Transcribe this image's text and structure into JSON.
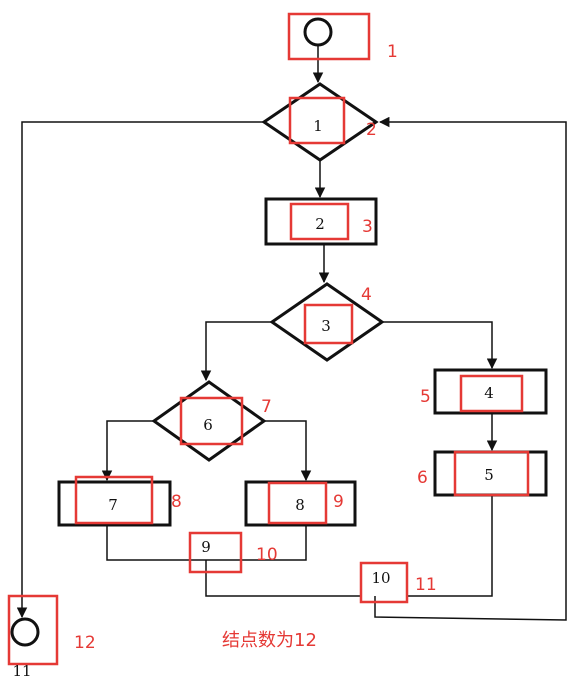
{
  "diagram": {
    "nodes": {
      "n1": "1",
      "n2": "2",
      "n3": "3",
      "n4": "4",
      "n5": "5",
      "n6": "6",
      "n7": "7",
      "n8": "8",
      "n9": "9",
      "n10": "10",
      "n11": "11"
    },
    "red_labels": [
      "1",
      "2",
      "3",
      "4",
      "5",
      "6",
      "7",
      "8",
      "9",
      "10",
      "11",
      "12"
    ],
    "caption": "结点数为12"
  },
  "colors": {
    "black": "#111111",
    "red": "#e53935"
  }
}
